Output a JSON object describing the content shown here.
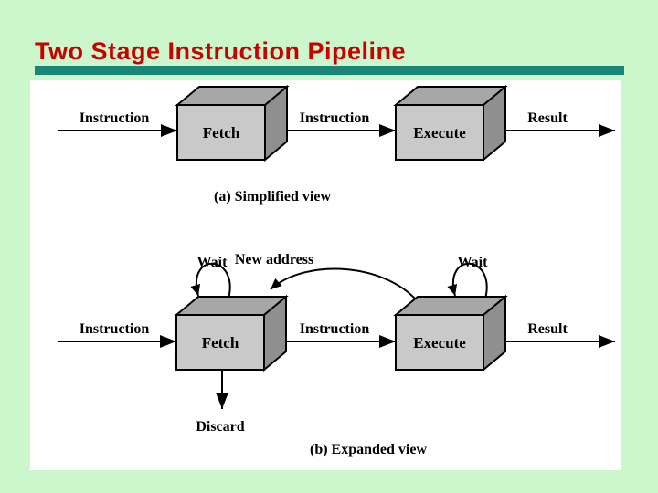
{
  "slide": {
    "title": "Two Stage Instruction Pipeline",
    "colors": {
      "background": "#ccf6cc",
      "title_text": "#c80000",
      "accent_bar": "#1a8678",
      "canvas": "#ffffff",
      "box_front": "#c9c9c9",
      "box_top": "#a7a7a7",
      "box_side": "#8f8f8f",
      "line": "#000000"
    }
  },
  "diagram": {
    "simplified": {
      "caption": "(a) Simplified view",
      "input_label": "Instruction",
      "fetch_label": "Fetch",
      "transfer_label": "Instruction",
      "execute_label": "Execute",
      "output_label": "Result"
    },
    "expanded": {
      "caption": "(b) Expanded view",
      "input_label": "Instruction",
      "fetch_label": "Fetch",
      "transfer_label": "Instruction",
      "execute_label": "Execute",
      "output_label": "Result",
      "fetch_wait_label": "Wait",
      "execute_wait_label": "Wait",
      "new_address_label": "New address",
      "discard_label": "Discard"
    }
  }
}
